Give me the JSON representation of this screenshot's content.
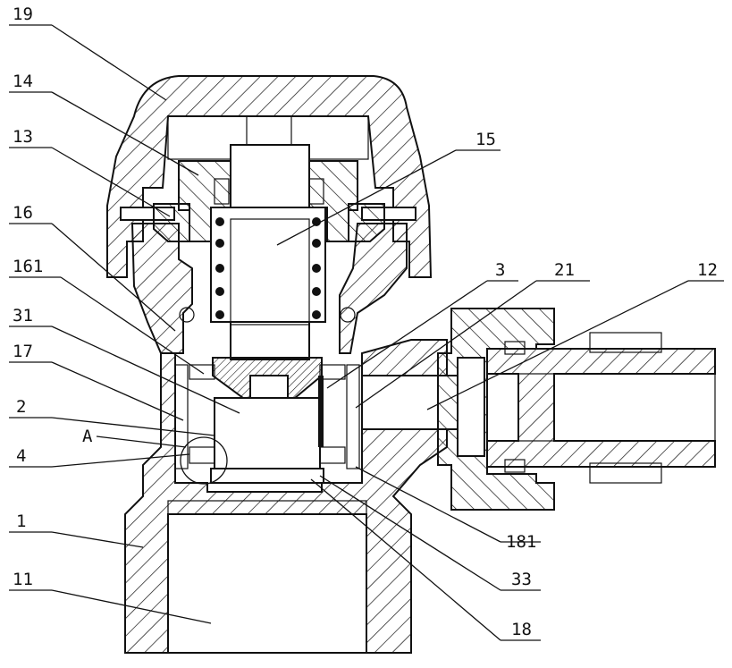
{
  "labels": {
    "l19": "19",
    "l14": "14",
    "l13": "13",
    "l16": "16",
    "l161": "161",
    "l31": "31",
    "l17": "17",
    "l2": "2",
    "l4": "4",
    "l1": "1",
    "l11": "11",
    "lA": "A",
    "l15": "15",
    "l3": "3",
    "l21": "21",
    "l12": "12",
    "l181": "181",
    "l33": "33",
    "l18": "18"
  },
  "colors": {
    "line": "#111111",
    "background": "#ffffff"
  }
}
